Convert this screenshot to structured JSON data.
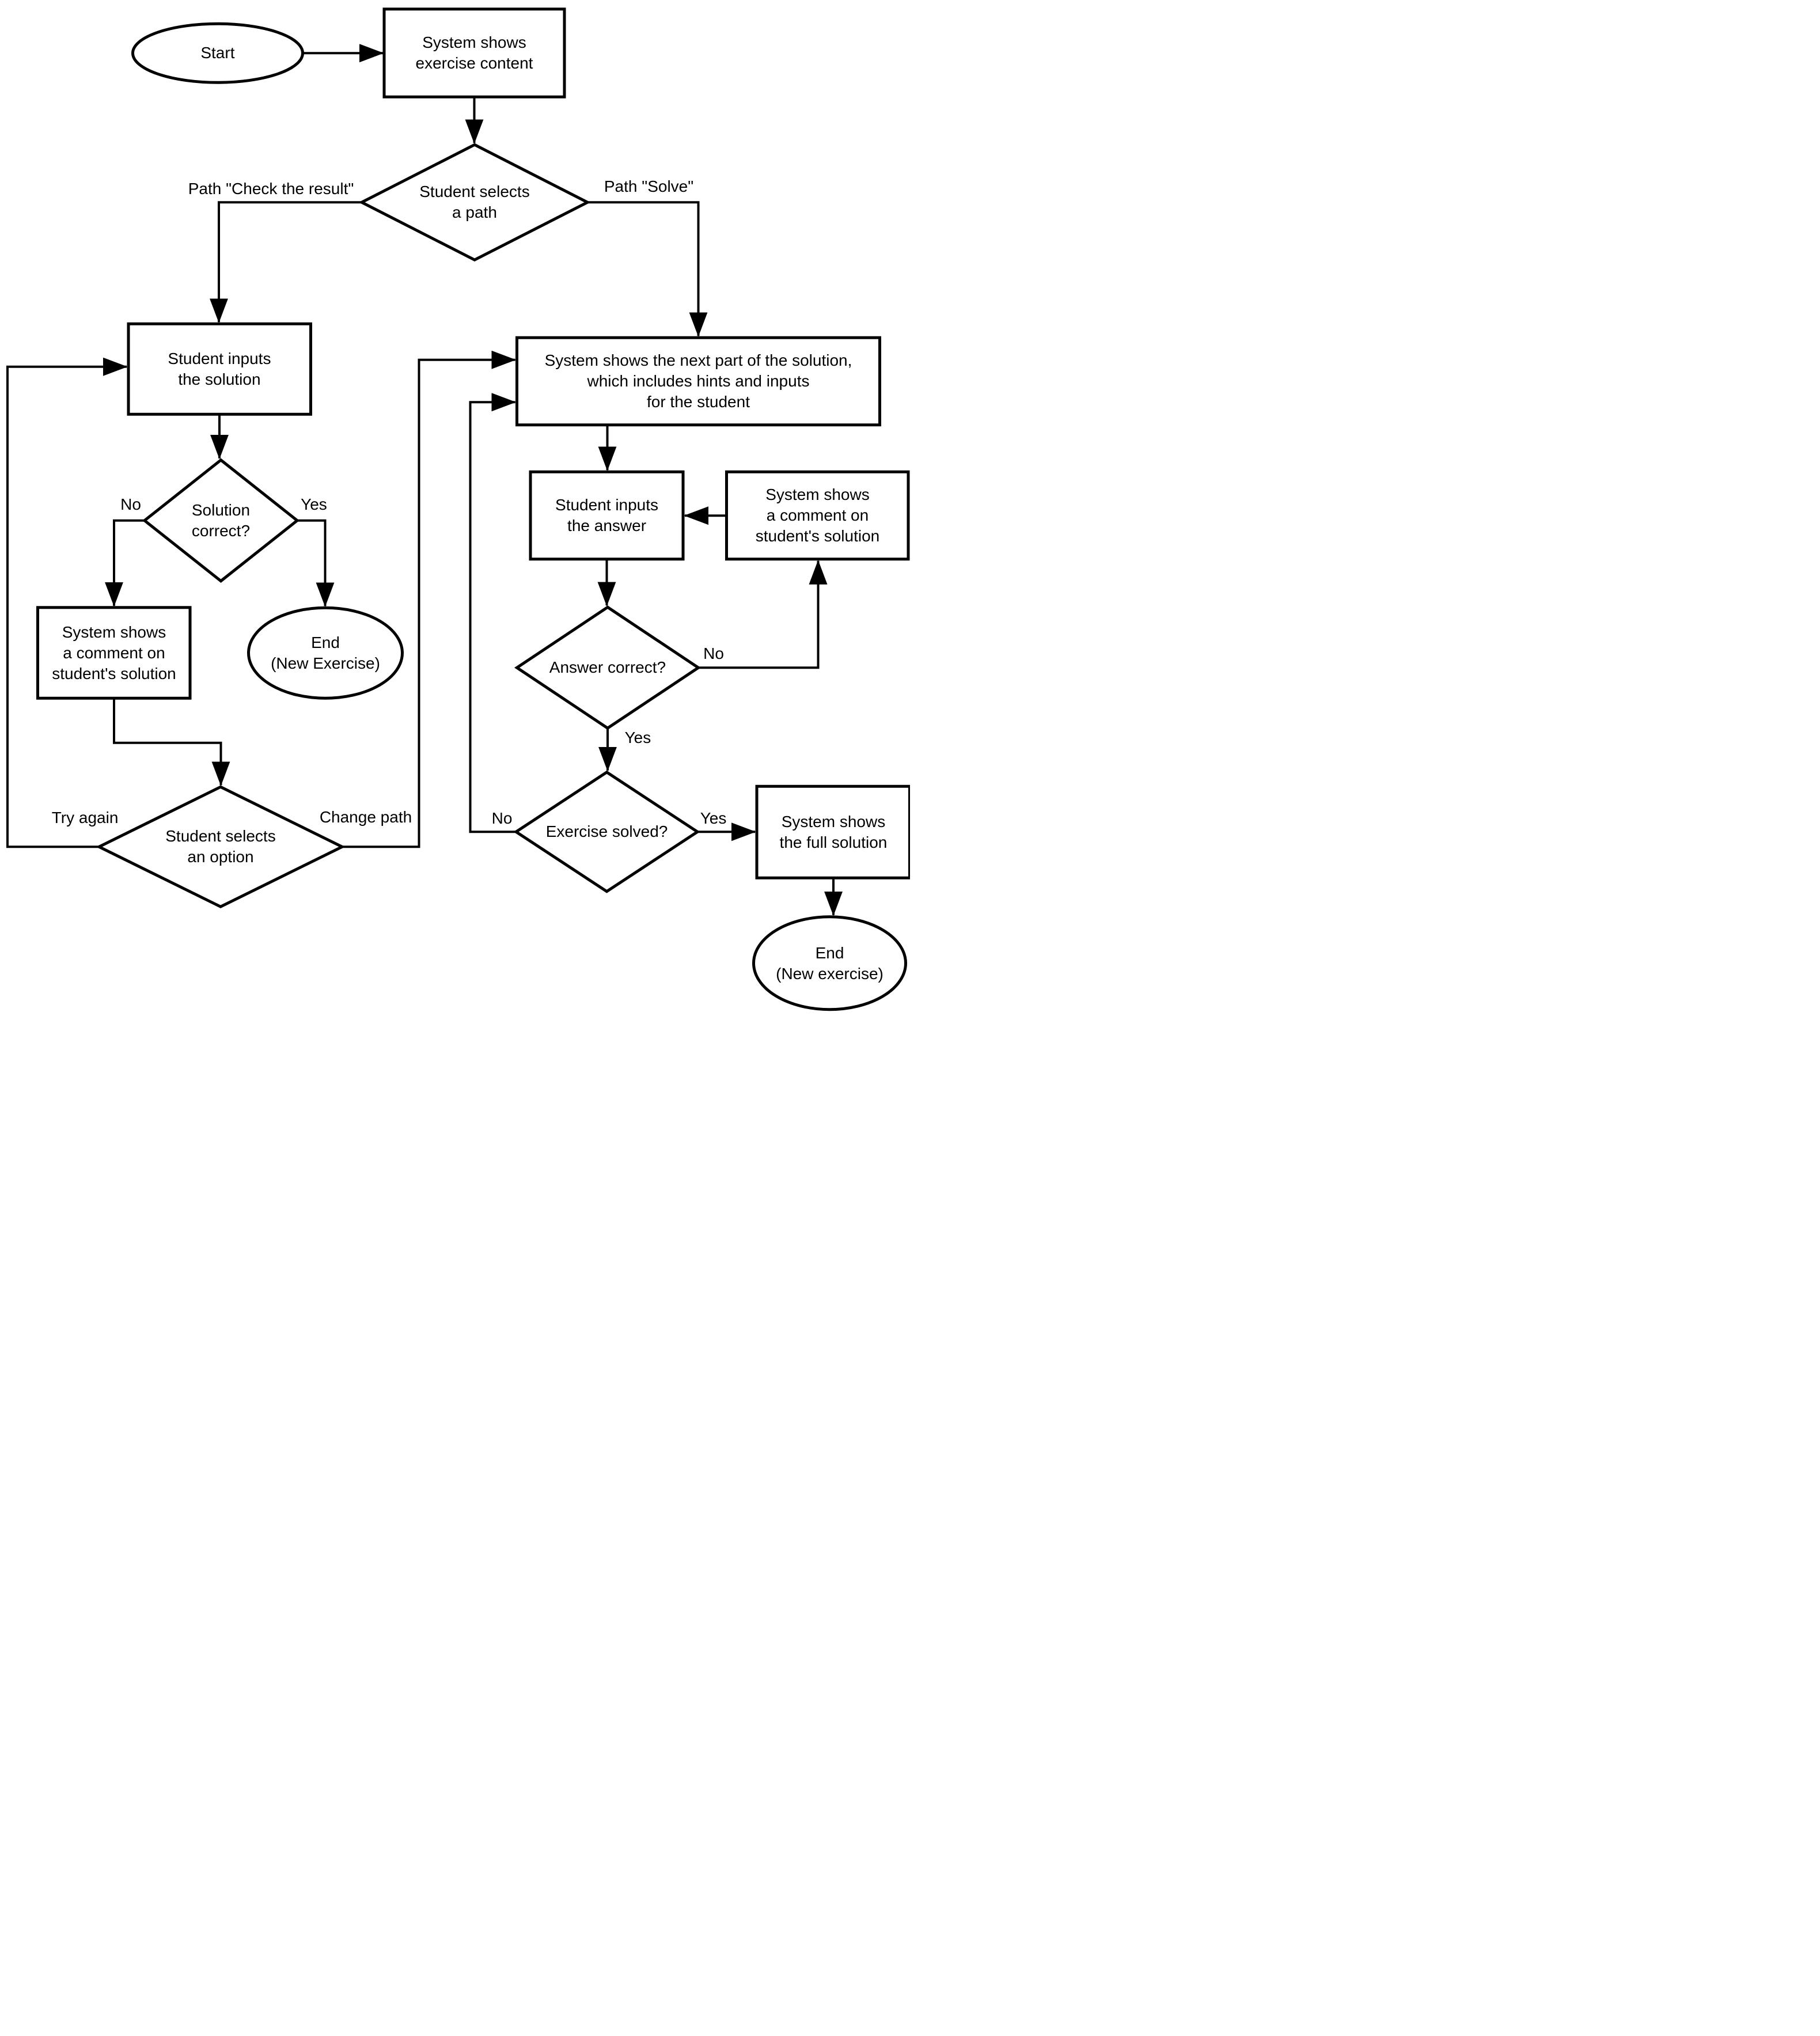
{
  "diagram": {
    "type": "flowchart",
    "colors": {
      "stroke": "#000000",
      "node_fill": "#ffffff",
      "background": "#ffffff",
      "text": "#000000"
    }
  },
  "nodes": {
    "start": {
      "shape": "terminator",
      "label": "Start"
    },
    "show_exercise": {
      "shape": "process",
      "line1": "System shows",
      "line2": "exercise content"
    },
    "select_path": {
      "shape": "decision",
      "line1": "Student selects",
      "line2": "a path"
    },
    "input_solution": {
      "shape": "process",
      "line1": "Student inputs",
      "line2": "the solution"
    },
    "solution_correct": {
      "shape": "decision",
      "line1": "Solution",
      "line2": "correct?"
    },
    "comment_solution_left": {
      "shape": "process",
      "line1": "System shows",
      "line2": "a comment on",
      "line3": "student's solution"
    },
    "end_left": {
      "shape": "terminator",
      "line1": "End",
      "line2": "(New Exercise)"
    },
    "select_option": {
      "shape": "decision",
      "line1": "Student selects",
      "line2": "an option"
    },
    "show_next_part": {
      "shape": "process",
      "line1": "System shows the next part of the solution,",
      "line2": "which includes hints and inputs",
      "line3": "for the student"
    },
    "input_answer": {
      "shape": "process",
      "line1": "Student inputs",
      "line2": "the answer"
    },
    "comment_solution_right": {
      "shape": "process",
      "line1": "System shows",
      "line2": "a comment on",
      "line3": "student's solution"
    },
    "answer_correct": {
      "shape": "decision",
      "label": "Answer correct?"
    },
    "exercise_solved": {
      "shape": "decision",
      "label": "Exercise solved?"
    },
    "full_solution": {
      "shape": "process",
      "line1": "System shows",
      "line2": "the full solution"
    },
    "end_right": {
      "shape": "terminator",
      "line1": "End",
      "line2": "(New exercise)"
    }
  },
  "edge_labels": {
    "path_check": "Path \"Check the result\"",
    "path_solve": "Path \"Solve\"",
    "solution_no": "No",
    "solution_yes": "Yes",
    "try_again": "Try again",
    "change_path": "Change path",
    "answer_no": "No",
    "answer_yes": "Yes",
    "solved_no": "No",
    "solved_yes": "Yes"
  }
}
